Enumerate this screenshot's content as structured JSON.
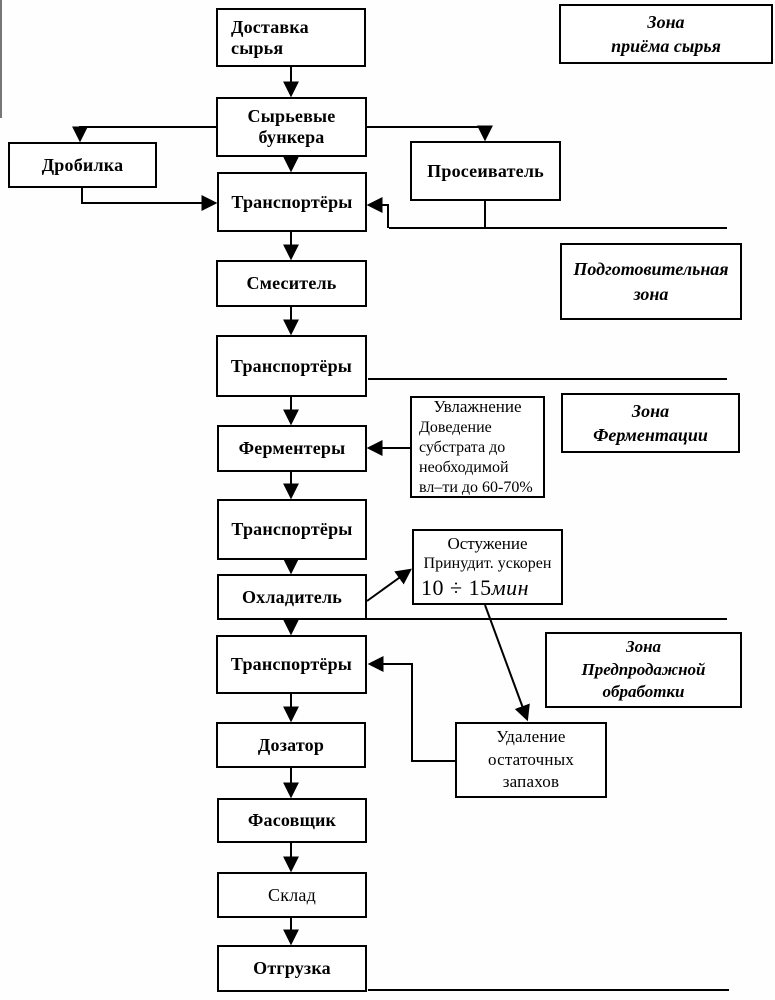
{
  "colors": {
    "ink": "#000000",
    "paper": "#ffffff"
  },
  "diagram": {
    "nodes": {
      "delivery": {
        "label": "Доставка\nсырья"
      },
      "bunkers": {
        "label": "Сырьевые\nбункера"
      },
      "crusher": {
        "label": "Дробилка"
      },
      "sifter": {
        "label": "Просеиватель"
      },
      "conveyors1": {
        "label": "Транспортёры"
      },
      "mixer": {
        "label": "Смеситель"
      },
      "conveyors2": {
        "label": "Транспортёры"
      },
      "fermenters": {
        "label": "Ферментеры"
      },
      "conveyors3": {
        "label": "Транспортёры"
      },
      "cooler": {
        "label": "Охладитель"
      },
      "conveyors4": {
        "label": "Транспортёры"
      },
      "doser": {
        "label": "Дозатор"
      },
      "packer": {
        "label": "Фасовщик"
      },
      "warehouse": {
        "label": "Склад"
      },
      "shipment": {
        "label": "Отгрузка"
      },
      "odor_removal": {
        "label": "Удаление\nостаточных\nзапахов"
      }
    },
    "annotations": {
      "humidify": {
        "title": "Увлажнение",
        "body": "Доведение\nсубстрата до\nнеобходимой\nвл–ти до 60-70%"
      },
      "cooling": {
        "title": "Остужение",
        "line2": "Принудит. ускорен",
        "value": "10 ÷ 15",
        "unit": "мин"
      }
    },
    "zones": {
      "reception": {
        "label": "Зона\nприёма сырья"
      },
      "preparation": {
        "label": "Подготовительная\nзона"
      },
      "fermentation": {
        "label": "Зона\nФерментации"
      },
      "presale": {
        "label": "Зона\nПредпродажной\nобработки"
      }
    }
  }
}
